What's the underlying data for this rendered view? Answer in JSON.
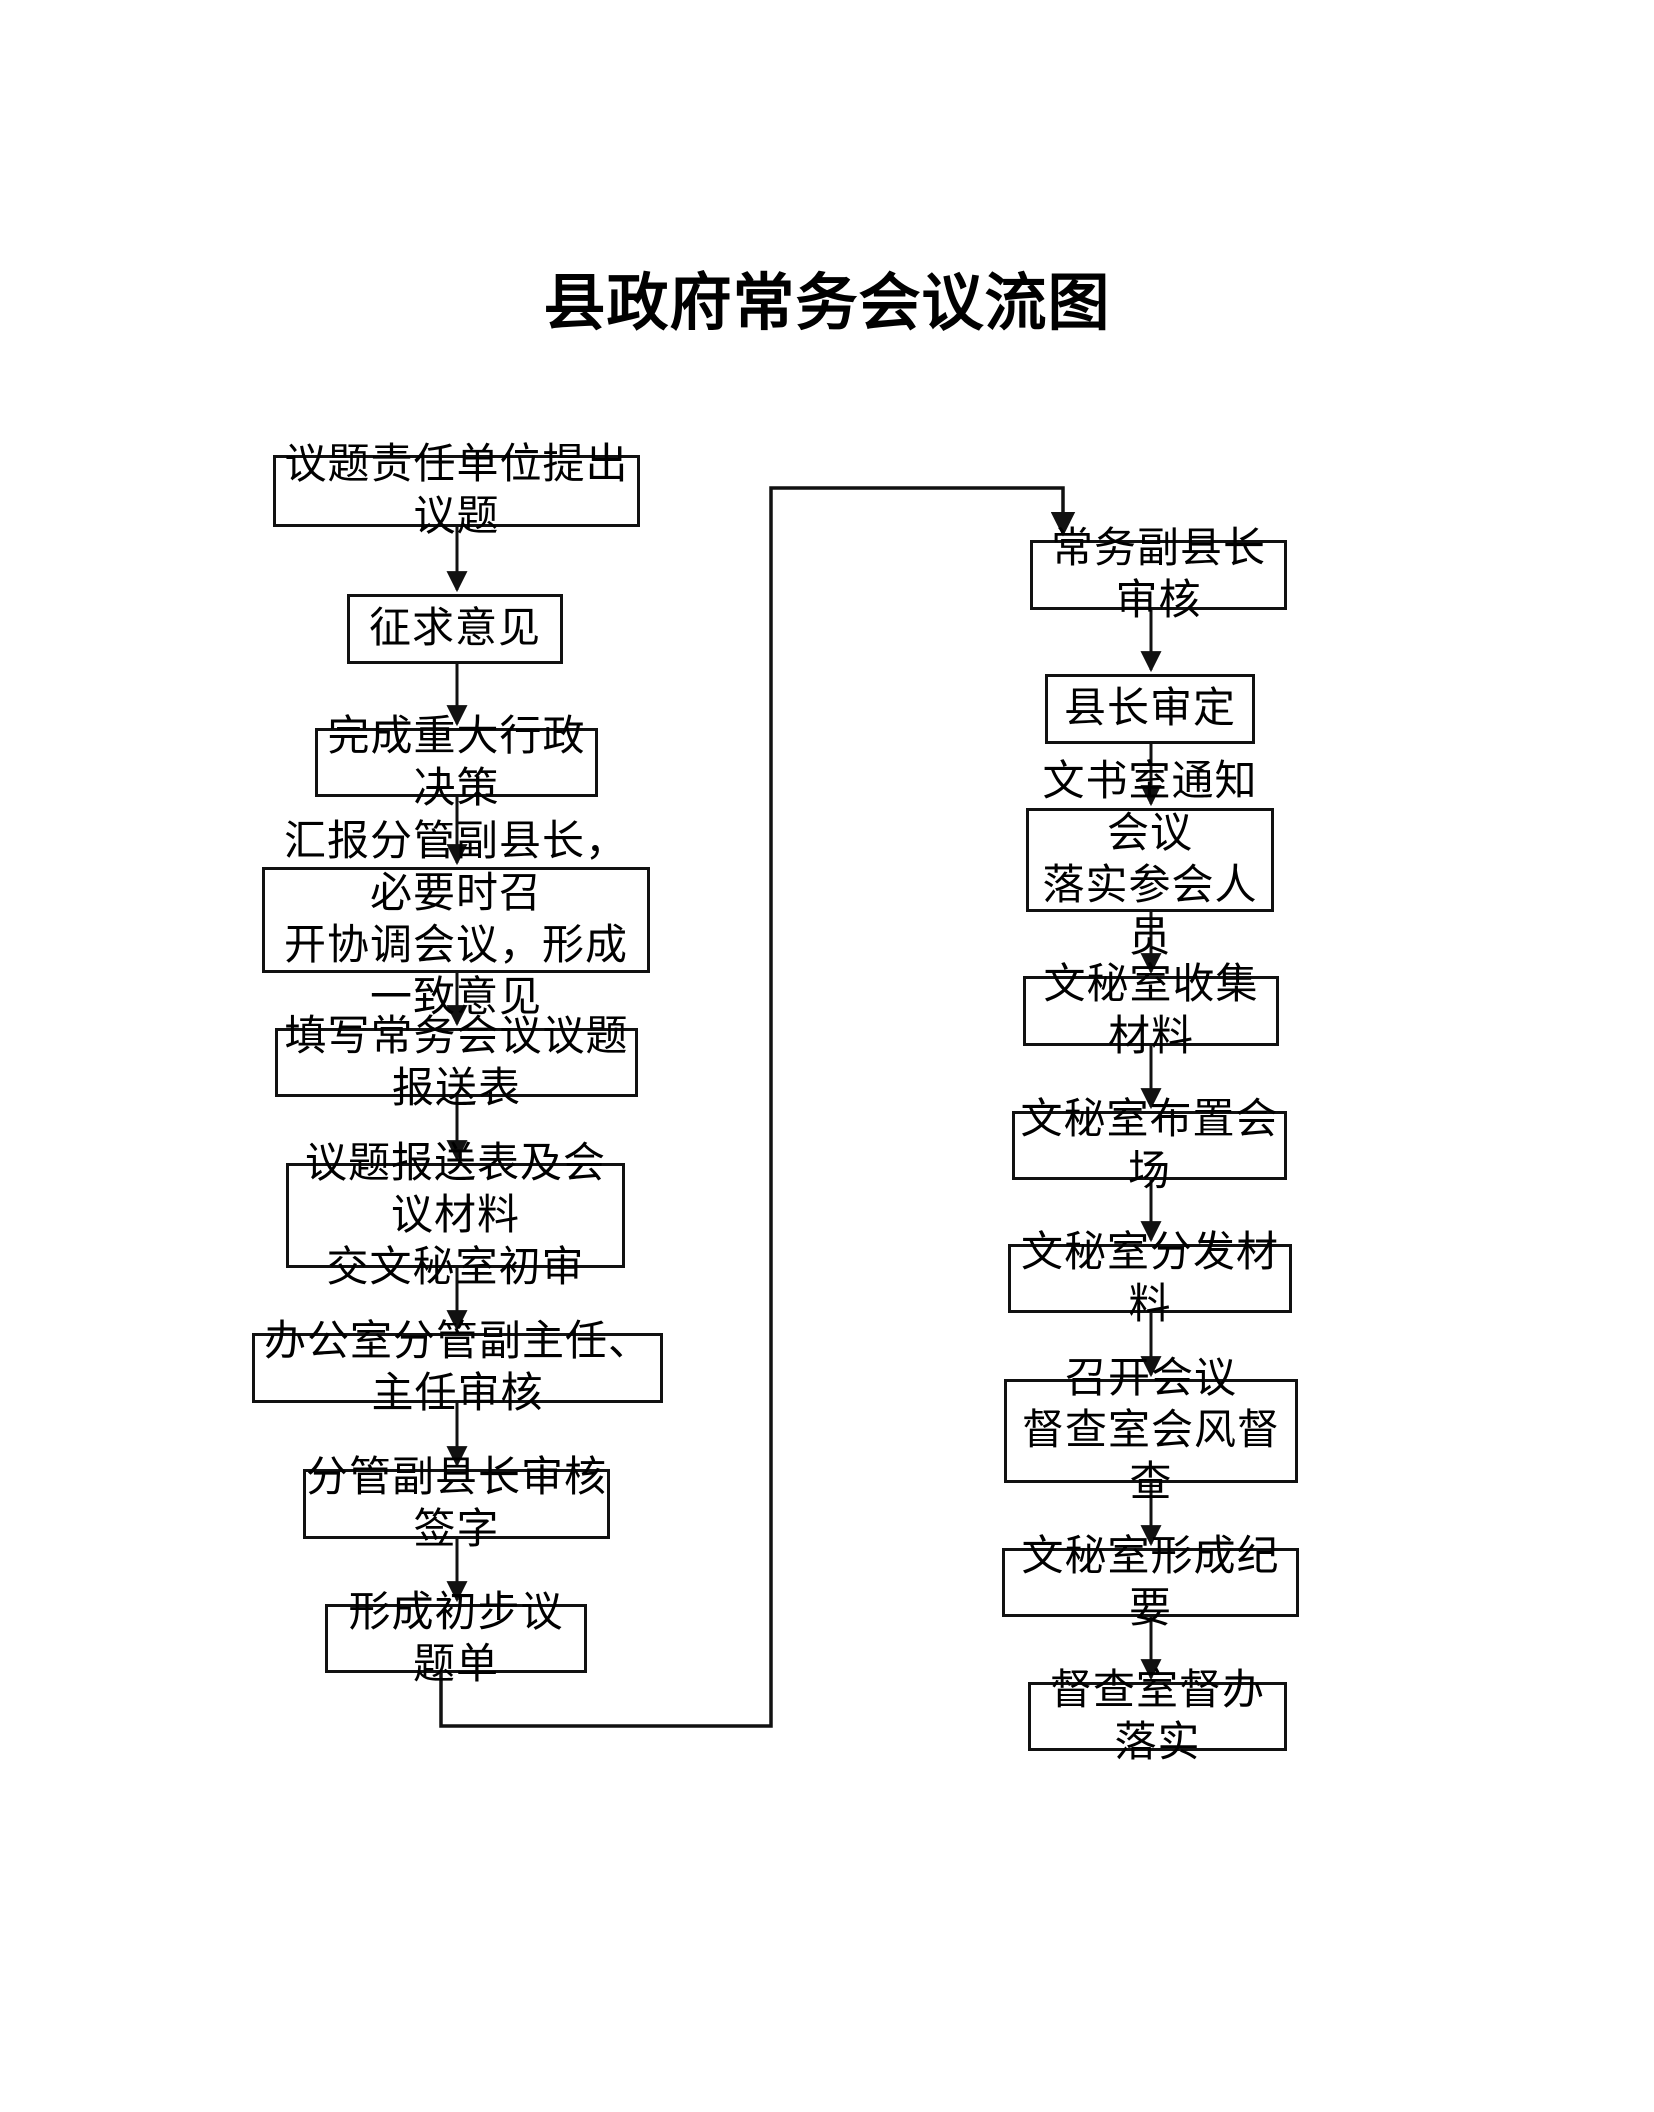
{
  "page": {
    "title": "县政府常务会议流图"
  },
  "flowchart": {
    "left_column": [
      {
        "text": "议题责任单位提出议题"
      },
      {
        "text": "征求意见"
      },
      {
        "text": "完成重大行政决策"
      },
      {
        "text": "汇报分管副县长，必要时召\n开协调会议，形成一致意见"
      },
      {
        "text": "填写常务会议议题报送表"
      },
      {
        "text": "议题报送表及会议材料\n交文秘室初审"
      },
      {
        "text": "办公室分管副主任、主任审核"
      },
      {
        "text": "分管副县长审核签字"
      },
      {
        "text": "形成初步议题单"
      }
    ],
    "right_column": [
      {
        "text": "常务副县长审核"
      },
      {
        "text": "县长审定"
      },
      {
        "text": "文书室通知会议\n落实参会人员"
      },
      {
        "text": "文秘室收集材料"
      },
      {
        "text": "文秘室布置会场"
      },
      {
        "text": "文秘室分发材料"
      },
      {
        "text": "召开会议\n督查室会风督查"
      },
      {
        "text": "文秘室形成纪要"
      },
      {
        "text": "督查室督办落实"
      }
    ],
    "colors": {
      "line": "#111111",
      "text": "#000000",
      "background": "#ffffff"
    }
  }
}
